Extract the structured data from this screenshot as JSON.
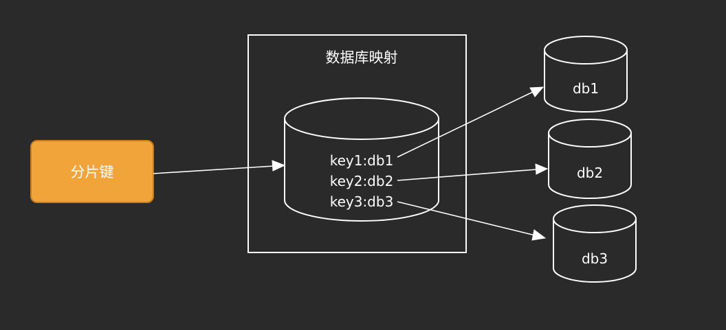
{
  "shard_key": {
    "label": "分片键",
    "fill_color": "#F0A43A",
    "border_color": "#C97D1C"
  },
  "mapping_box": {
    "title": "数据库映射",
    "entries": [
      "key1:db1",
      "key2:db2",
      "key3:db3"
    ]
  },
  "databases": [
    {
      "label": "db1"
    },
    {
      "label": "db2"
    },
    {
      "label": "db3"
    }
  ],
  "colors": {
    "background": "#2A2A2A",
    "stroke": "#FFFFFF"
  }
}
